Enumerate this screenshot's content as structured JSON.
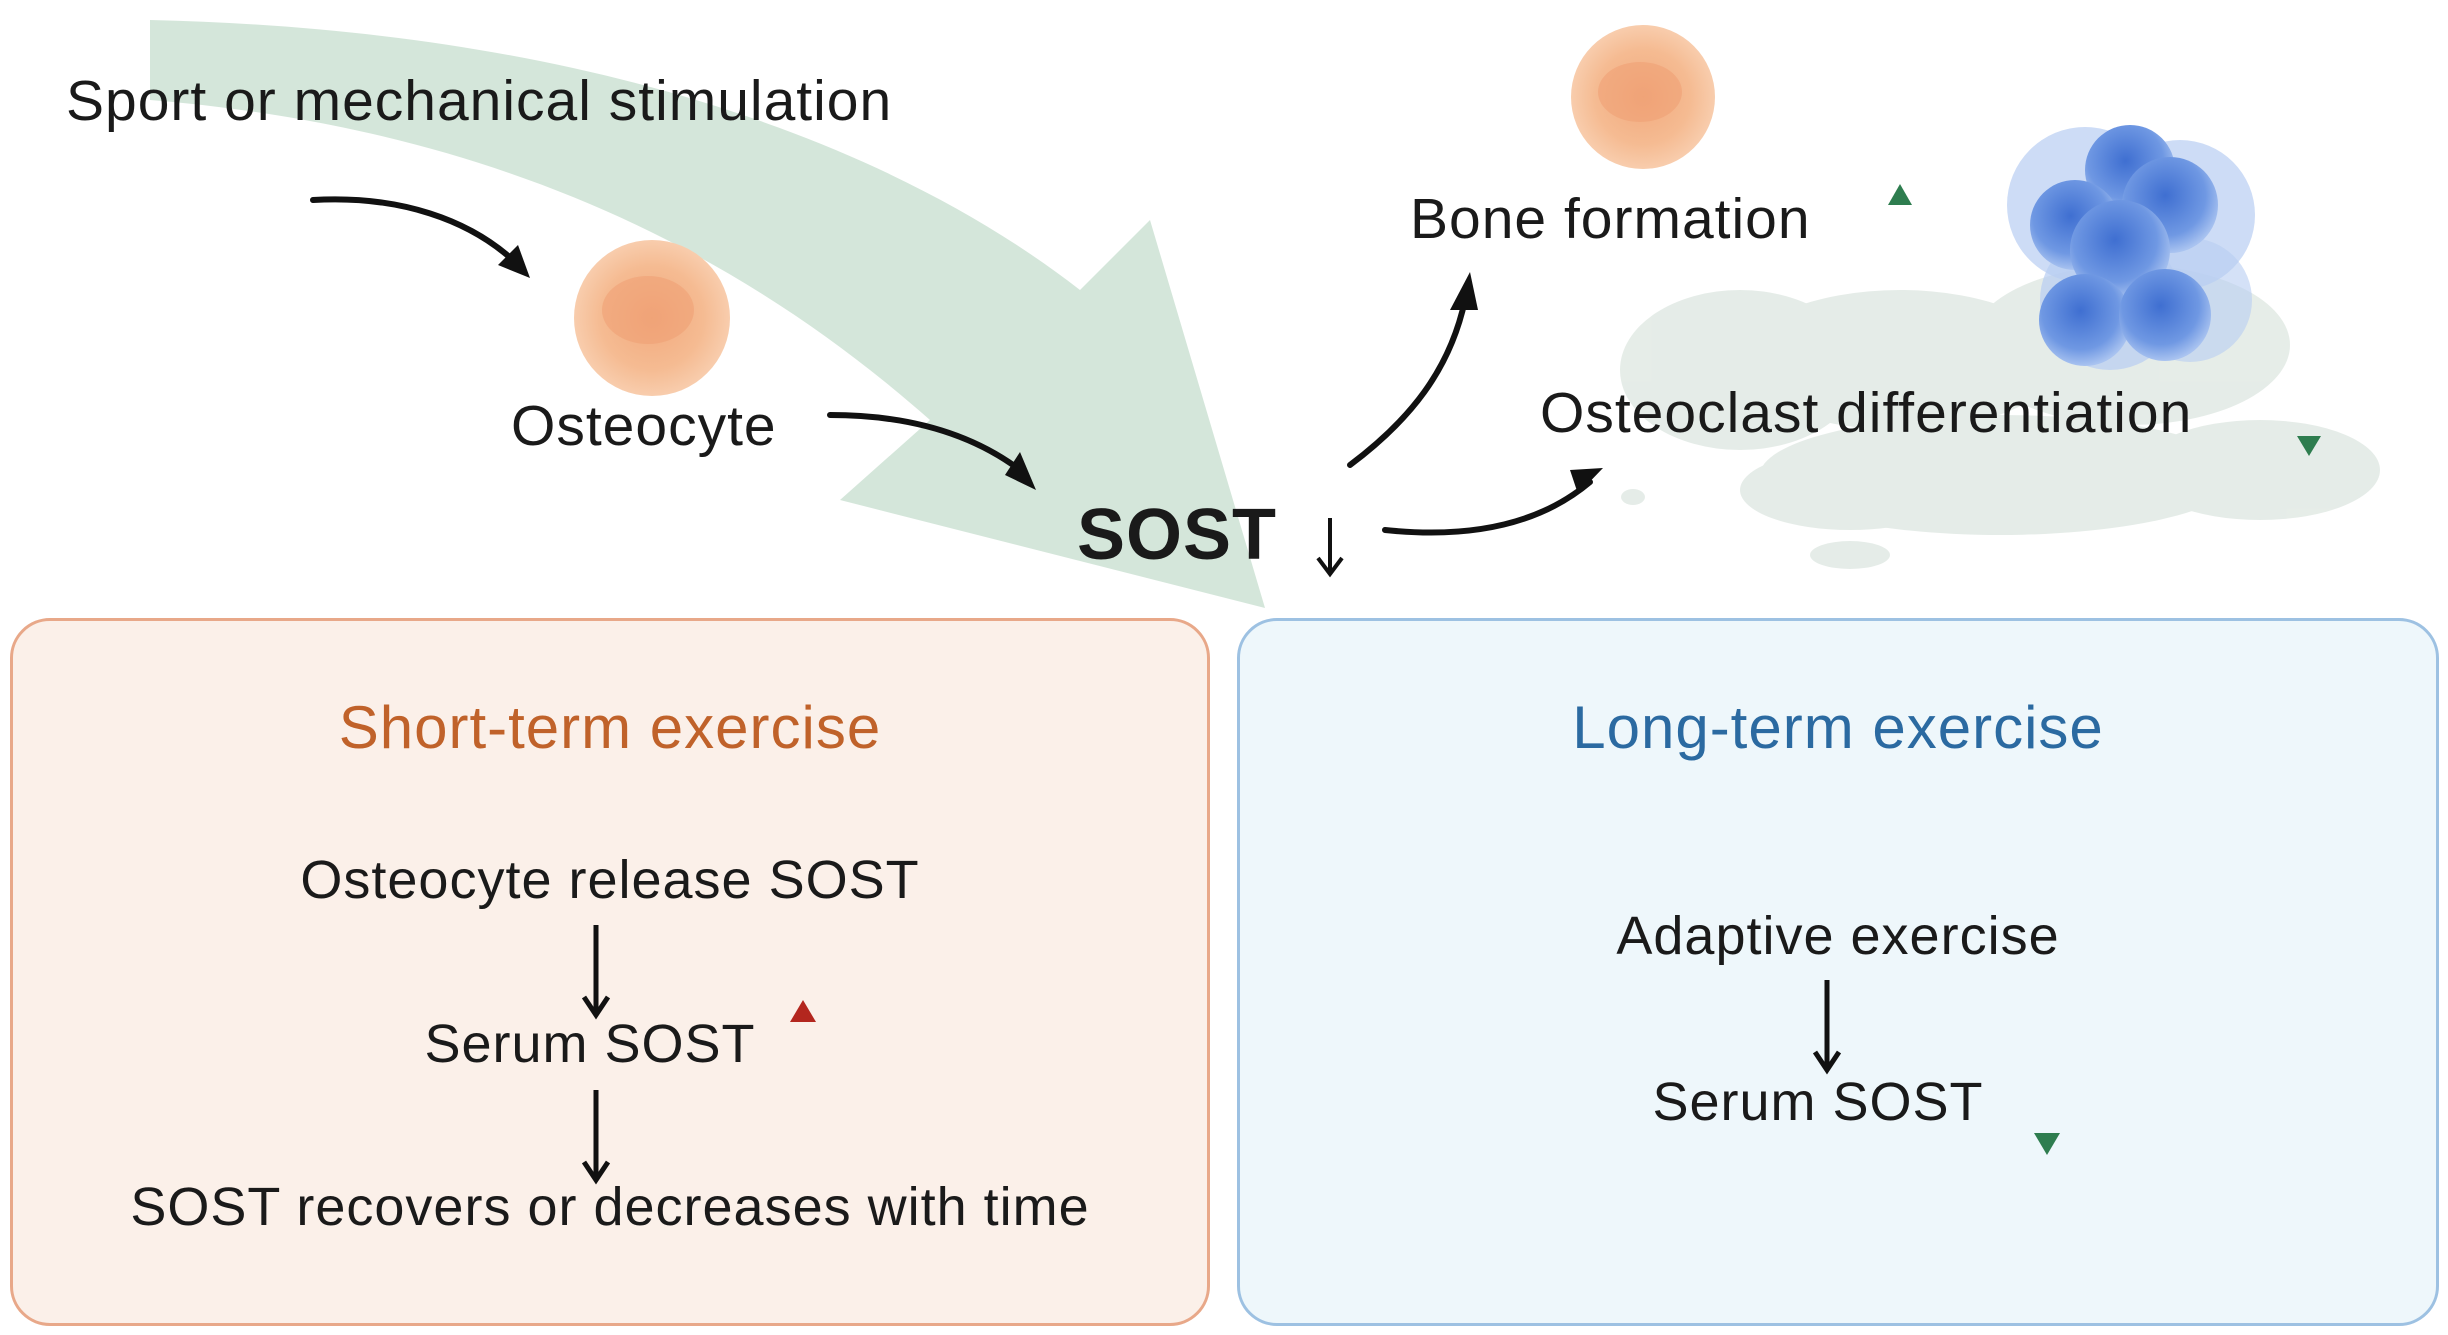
{
  "top": {
    "stimulus_label": "Sport or mechanical stimulation",
    "osteocyte_label": "Osteocyte",
    "sost_label": "SOST",
    "bone_formation_label": "Bone formation",
    "osteoclast_label": "Osteoclast differentiation"
  },
  "short_term": {
    "title": "Short-term exercise",
    "line1": "Osteocyte release SOST",
    "line2": "Serum SOST",
    "line3": "SOST recovers or decreases with time"
  },
  "long_term": {
    "title": "Long-term exercise",
    "line1": "Adaptive exercise",
    "line2": "Serum SOST"
  },
  "colors": {
    "short_accent": "#c0622a",
    "long_accent": "#2b6aa1",
    "up_green": "#2e7d4f",
    "down_green": "#2e7d4f",
    "up_red": "#b3261e",
    "big_arrow": "#cfe3d6",
    "osteocyte_cell": "#f4b98e",
    "osteoclast_cell": "#4f83d9"
  },
  "icons": [
    "osteocyte-cell-icon",
    "osteoclast-cluster-icon",
    "bone-tissue-icon",
    "up-arrow-icon",
    "down-arrow-icon"
  ]
}
